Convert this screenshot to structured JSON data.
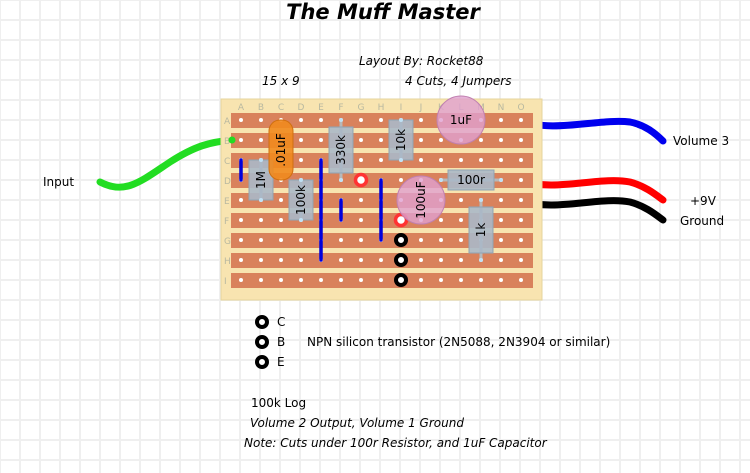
{
  "title": "The Muff Master",
  "layout_by": "Layout By: Rocket88",
  "board_size": "15 x 9",
  "cuts_jumpers": "4 Cuts, 4 Jumpers",
  "board": {
    "columns": [
      "A",
      "B",
      "C",
      "D",
      "E",
      "F",
      "G",
      "H",
      "I",
      "J",
      "K",
      "L",
      "M",
      "N",
      "O"
    ],
    "rows": [
      "A",
      "B",
      "C",
      "D",
      "E",
      "F",
      "G",
      "H",
      "I"
    ],
    "colors": {
      "board": "#f8e4b0",
      "strip": "#d9825c",
      "hole": "#ffffff",
      "jumper": "#0000dd",
      "cut": "#ff3333",
      "resistor": "#aab8c8",
      "film_cap": "#f08a1e",
      "elec_cap": "#e0a0d0",
      "wire_input": "#22dd22",
      "wire_volume": "#0000ee",
      "wire_power": "#ff0000",
      "wire_ground": "#000000"
    },
    "resistors": [
      {
        "label": "1M",
        "from": "B3",
        "to": "B5"
      },
      {
        "label": "100k",
        "from": "D4",
        "to": "D6"
      },
      {
        "label": "330k",
        "from": "F1",
        "to": "F4"
      },
      {
        "label": "10k",
        "from": "I1",
        "to": "I3"
      },
      {
        "label": "100r",
        "from": "K4",
        "to": "N4"
      },
      {
        "label": "1k",
        "from": "M5",
        "to": "M8"
      }
    ],
    "film_caps": [
      {
        "label": ".01uF",
        "from": "C2",
        "to": "C3"
      }
    ],
    "electrolytic_caps": [
      {
        "label": "1uF",
        "from": "K1",
        "to": "M1"
      },
      {
        "label": "100uF",
        "from": "I5",
        "to": "K5"
      }
    ],
    "jumpers": [
      {
        "from": "A3",
        "to": "A4"
      },
      {
        "from": "E3",
        "to": "E8"
      },
      {
        "from": "F5",
        "to": "F6"
      },
      {
        "from": "H4",
        "to": "H7"
      }
    ],
    "cuts": [
      "G4",
      "I6"
    ],
    "transistor_pads": [
      "I7",
      "I8",
      "I9"
    ]
  },
  "wires": [
    {
      "label": "Input",
      "color": "wire_input"
    },
    {
      "label": "Volume 3",
      "color": "wire_volume"
    },
    {
      "label": "+9V",
      "color": "wire_power"
    },
    {
      "label": "Ground",
      "color": "wire_ground"
    }
  ],
  "transistor_legend": {
    "pins": [
      "C",
      "B",
      "E"
    ],
    "description": "NPN silicon transistor (2N5088, 2N3904 or similar)"
  },
  "notes": {
    "pot": "100k Log",
    "pot_wiring": "Volume 2 Output, Volume 1 Ground",
    "note": "Note: Cuts under 100r Resistor, and 1uF Capacitor"
  }
}
